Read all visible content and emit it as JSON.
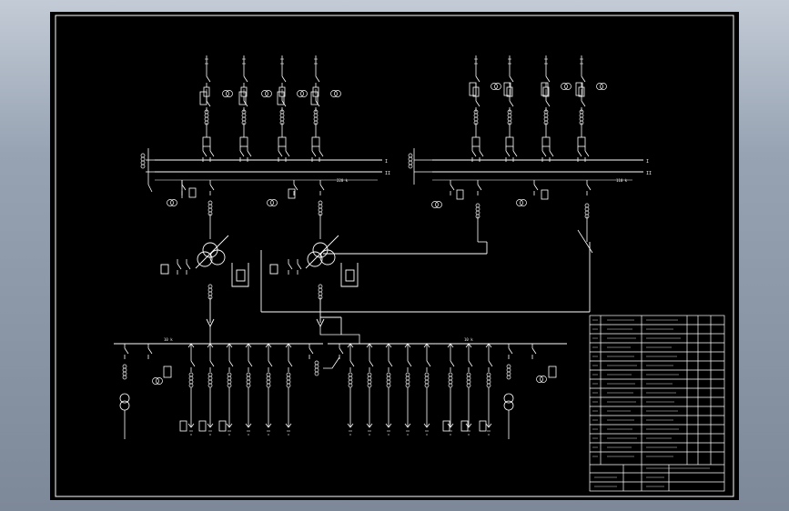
{
  "colors": {
    "background_top": "#c3cbd6",
    "background_bottom": "#7d8898",
    "sheet": "#000000",
    "line": "#ffffff"
  },
  "labels": {
    "hv_bus_left": "220 k",
    "hv_bus_right": "110 k",
    "mv_bus_left": "10 k",
    "mv_bus_right": "10 k",
    "left_bus_i": "I",
    "left_bus_ii": "II",
    "right_bus_i": "I",
    "right_bus_ii": "II"
  },
  "title_block": {
    "rows": 17,
    "footer_rows": 3
  }
}
